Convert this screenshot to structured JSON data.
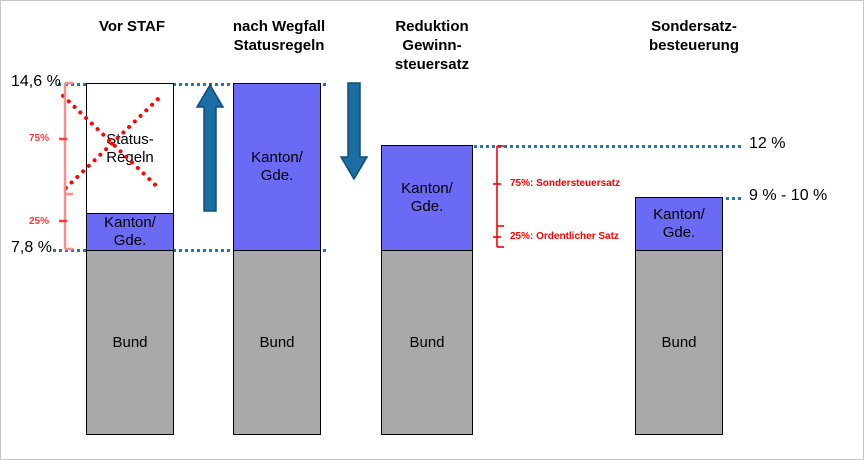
{
  "chart_data": {
    "type": "bar",
    "title": "",
    "subtitle": "",
    "xlabel": "",
    "ylabel": "",
    "ylim": [
      0,
      14.6
    ],
    "grid": false,
    "legend_position": "none",
    "categories": [
      "Vor STAF",
      "nach Wegfall Statusregeln",
      "Reduktion Gewinnsteuersatz",
      "Sondersatzbesteuerung"
    ],
    "series": [
      {
        "name": "Bund",
        "values": [
          7.8,
          7.8,
          7.8,
          7.8
        ]
      },
      {
        "name": "Kanton/Gde.",
        "values": [
          2.0,
          6.8,
          4.2,
          1.5
        ]
      },
      {
        "name": "Status-Regeln",
        "values": [
          4.8,
          0,
          0,
          0
        ]
      }
    ],
    "bar_totals": [
      14.6,
      14.6,
      12.0,
      9.5
    ],
    "reference_lines": [
      {
        "label": "14,6 %",
        "value": 14.6
      },
      {
        "label": "7,8 %",
        "value": 7.8
      },
      {
        "label": "12 %",
        "value": 12.0
      },
      {
        "label": "9 % - 10 %",
        "value": 9.5
      }
    ],
    "annotations": [
      "75%",
      "25%",
      "75%: Sondersteuersatz",
      "25%: Ordentlicher Satz"
    ]
  },
  "headers": [
    {
      "id": "vor-staf",
      "label": "Vor STAF"
    },
    {
      "id": "nach-wegfall",
      "label": "nach Wegfall\nStatusregeln"
    },
    {
      "id": "reduktion",
      "label": "Reduktion\nGewinn-\nsteuersatz"
    },
    {
      "id": "sondersatz",
      "label": "Sondersatz-\nbesteuerung"
    }
  ],
  "bars": {
    "bar1": {
      "status": "Status-\nRegeln",
      "kanton": "Kanton/\nGde.",
      "bund": "Bund"
    },
    "bar2": {
      "kanton": "Kanton/\nGde.",
      "bund": "Bund"
    },
    "bar3": {
      "kanton": "Kanton/\nGde.",
      "bund": "Bund"
    },
    "bar4": {
      "kanton": "Kanton/\nGde.",
      "bund": "Bund"
    }
  },
  "axis_labels": {
    "top_rate": "14,6 %",
    "federal_rate": "7,8 %",
    "reduced_rate": "12 %",
    "special_rate": "9 % - 10 %"
  },
  "bracket_left": {
    "upper": "75%",
    "lower": "25%"
  },
  "bracket_right": {
    "upper": "75%: Sondersteuersatz",
    "lower": "25%: Ordentlicher Satz"
  },
  "arrows": {
    "up": "up-arrow",
    "down": "down-arrow"
  },
  "colors": {
    "kanton_blue": "#6a6af5",
    "bund_gray": "#a9a9a9",
    "dotted_line_blue": "#1f77b4",
    "annotation_red": "#ff0000",
    "bracket_pink": "#ff8d8d",
    "arrow_blue": "#1b6ea4"
  }
}
